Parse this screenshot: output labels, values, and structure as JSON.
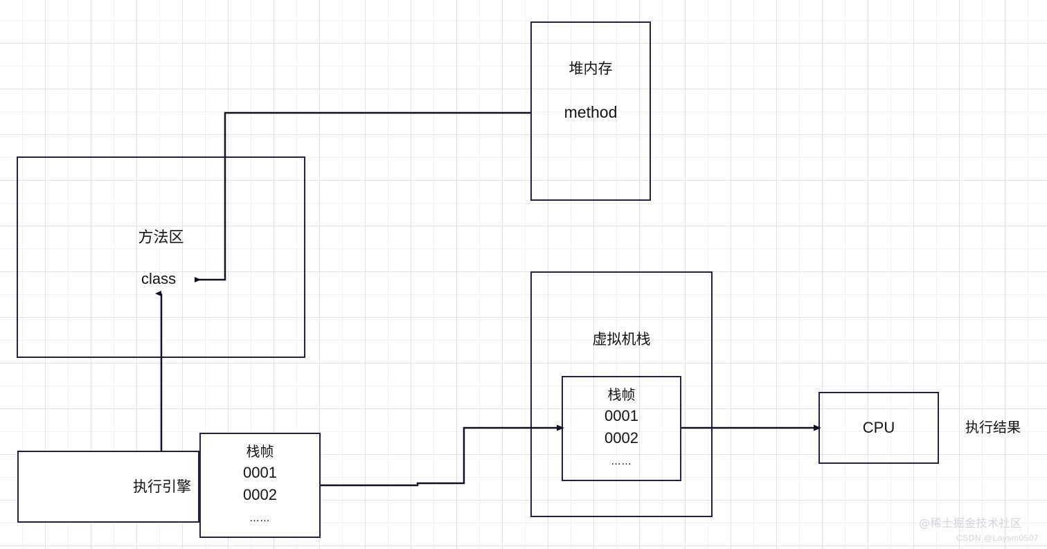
{
  "diagram": {
    "title": "JVM memory structure diagram",
    "colors": {
      "box_border": "#222240",
      "connector": "#101020",
      "grid_minor": "#f3f3f3",
      "grid_major": "#e3e3e3",
      "text": "#131313",
      "watermark": "#d2d6dc"
    },
    "heap": {
      "title": "堆内存",
      "subtitle": "method"
    },
    "method_area": {
      "title": "方法区",
      "class_label": "class"
    },
    "execution_engine": {
      "label": "执行引擎"
    },
    "stack_frame_left": {
      "title": "栈帧",
      "line1": "0001",
      "line2": "0002",
      "ellipsis": "……"
    },
    "vm_stack": {
      "title": "虚拟机栈"
    },
    "stack_frame_inner": {
      "title": "栈帧",
      "line1": "0001",
      "line2": "0002",
      "ellipsis": "……"
    },
    "cpu": {
      "label": "CPU"
    },
    "result": {
      "label": "执行结果"
    },
    "watermark": {
      "main": "@稀土掘金技术社区",
      "sub": "CSDN @Laysm0507"
    }
  }
}
